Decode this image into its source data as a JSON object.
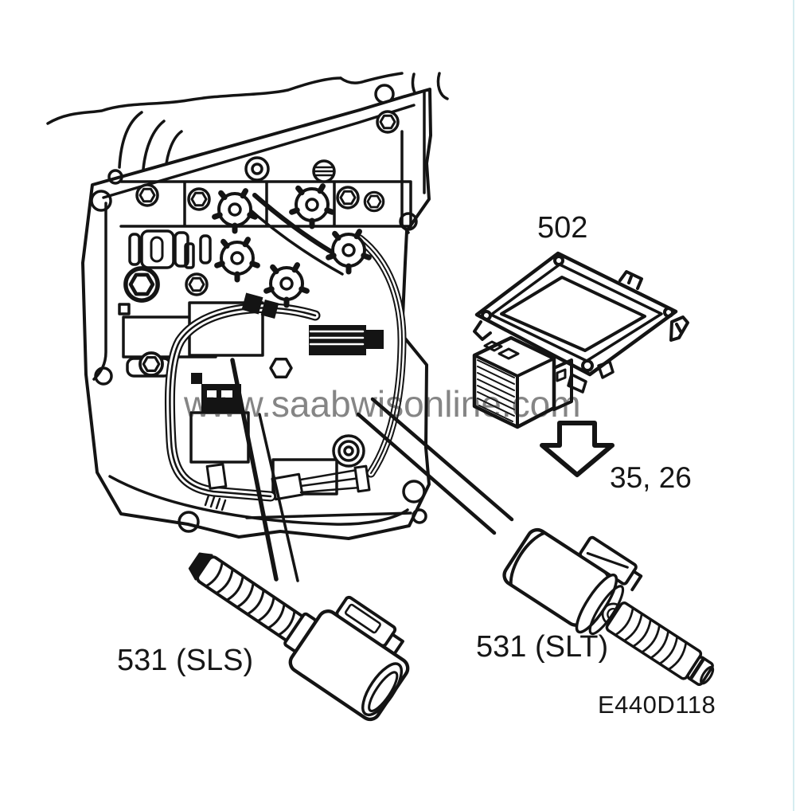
{
  "figure": {
    "watermark": "www.saabwisonline.com",
    "callouts": {
      "control_module": "502",
      "arrow_positions": "35, 26",
      "solenoid_left": "531 (SLS)",
      "solenoid_right": "531 (SLT)",
      "figure_code": "E440D118"
    },
    "icons": {
      "down_arrow": "outlined-down-arrow"
    },
    "colors": {
      "line": "#141414",
      "background": "#ffffff",
      "watermark": "#7b7b7b",
      "page_edge": "#d6edf0"
    }
  }
}
